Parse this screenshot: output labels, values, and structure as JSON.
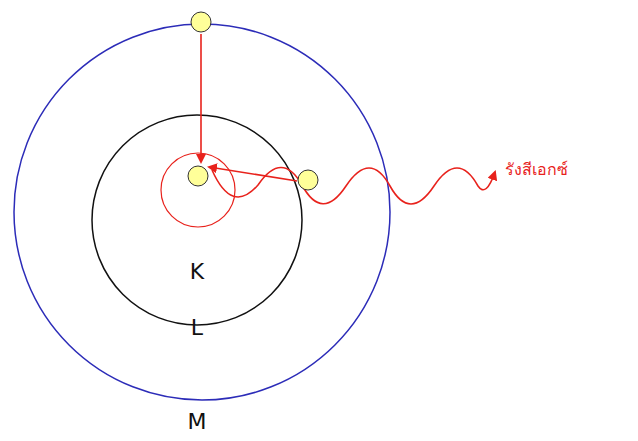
{
  "diagram": {
    "labels": [
      "รังสีเอกซ์",
      "K",
      "L",
      "M"
    ]
  }
}
